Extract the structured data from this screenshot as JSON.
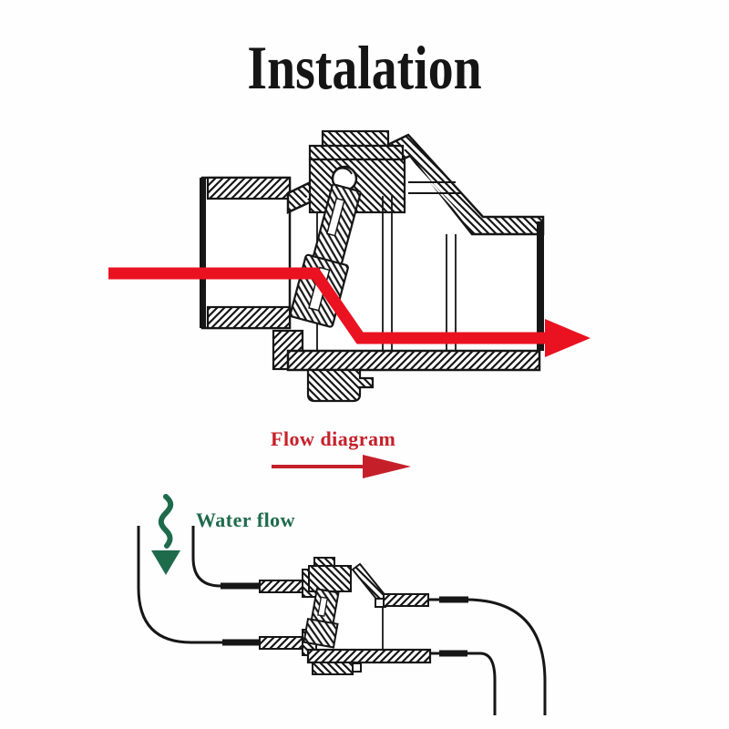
{
  "title": "Instalation",
  "flow_section": {
    "label": "Flow diagram",
    "arrow_icon": "red-right-arrow"
  },
  "water_section": {
    "label": "Water flow",
    "arrow_icon": "green-wavy-down-arrow"
  },
  "diagrams": {
    "top_alt": "check valve cross-section with red flow path entering left and exiting lower right",
    "bottom_alt": "check valve installed in horizontal pipe run between two elbows"
  },
  "colors": {
    "flow-red": "#ea1220",
    "label-red": "#c5202a",
    "water-green": "#1e6b4c",
    "ink": "#161616",
    "background": "#fefefe"
  }
}
